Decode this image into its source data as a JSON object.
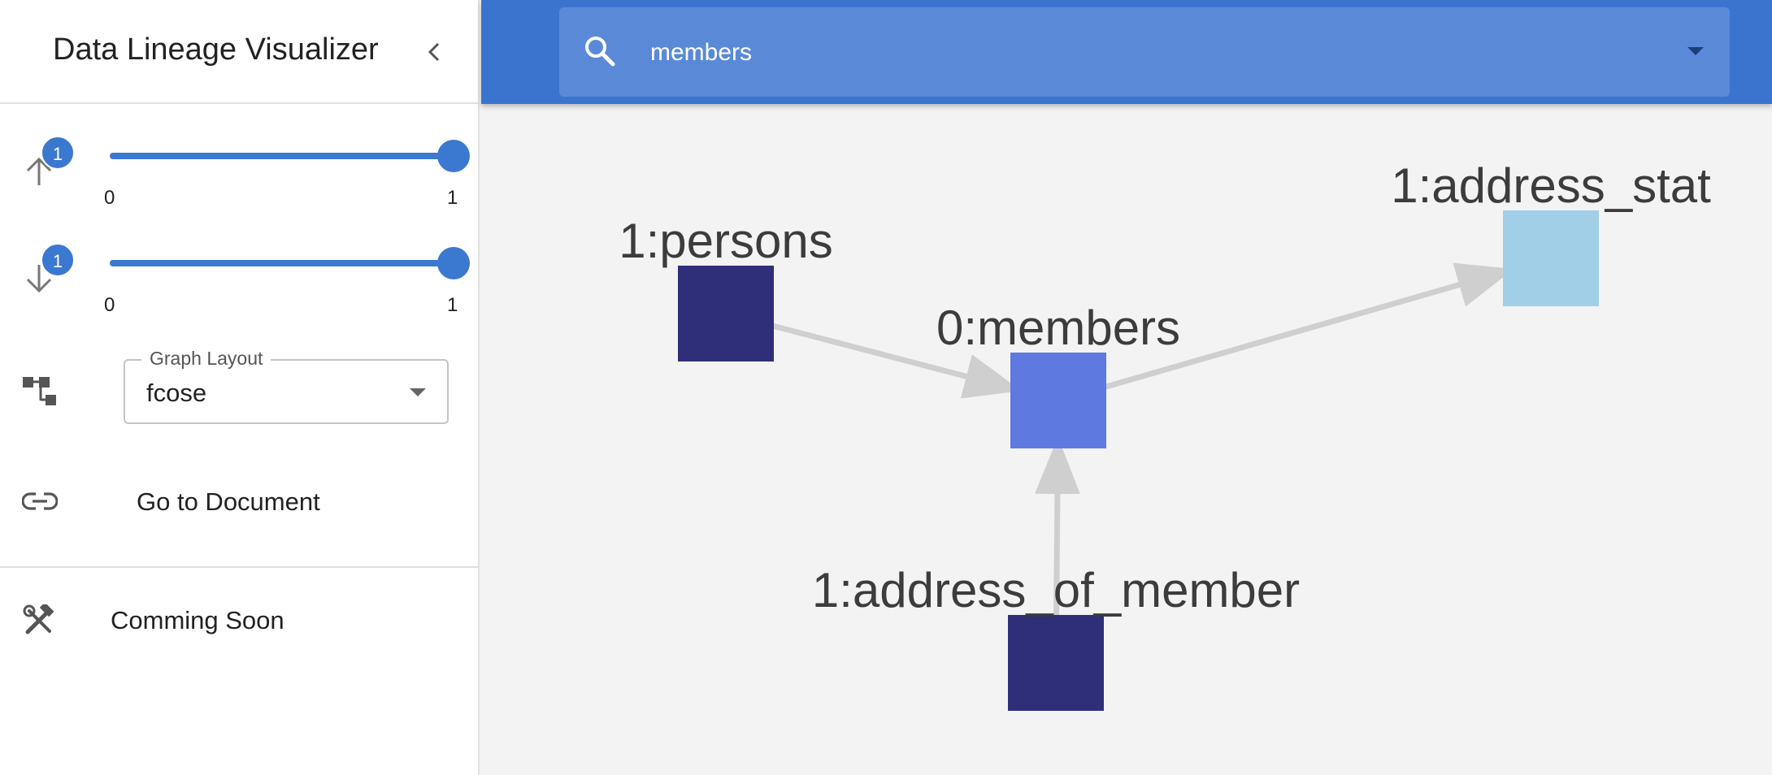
{
  "app": {
    "title": "Data Lineage Visualizer"
  },
  "sidebar": {
    "upstream": {
      "badge": "1",
      "min_label": "0",
      "max_label": "1",
      "value": 1,
      "min": 0,
      "max": 1
    },
    "downstream": {
      "badge": "1",
      "min_label": "0",
      "max_label": "1",
      "value": 1,
      "min": 0,
      "max": 1
    },
    "graph_layout": {
      "label": "Graph Layout",
      "value": "fcose"
    },
    "go_to_document": "Go to Document",
    "coming_soon": "Comming Soon"
  },
  "search": {
    "value": "members"
  },
  "colors": {
    "primary": "#3b74cf",
    "node_source": "#2f2e78",
    "node_center": "#5e79df",
    "node_target": "#a1cfe8",
    "edge": "#cfcfcf"
  },
  "graph": {
    "nodes": [
      {
        "id": "persons",
        "label": "1:persons",
        "level": "upstream"
      },
      {
        "id": "members",
        "label": "0:members",
        "level": "center"
      },
      {
        "id": "address_stat",
        "label": "1:address_stat",
        "level": "downstream"
      },
      {
        "id": "address_of_member",
        "label": "1:address_of_member",
        "level": "upstream"
      }
    ],
    "edges": [
      {
        "from": "persons",
        "to": "members"
      },
      {
        "from": "address_of_member",
        "to": "members"
      },
      {
        "from": "members",
        "to": "address_stat"
      }
    ]
  }
}
